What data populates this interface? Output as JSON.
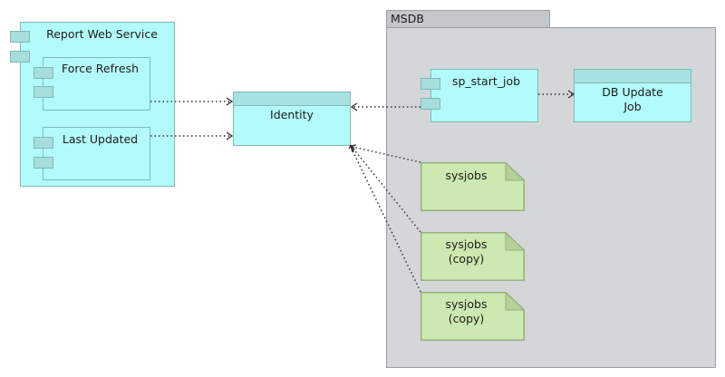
{
  "diagram": {
    "type": "component-diagram",
    "colors": {
      "component_fill": "#b3fbfb",
      "component_border": "#7fb9b9",
      "port_fill": "#a6dede",
      "package_fill": "#d4d7da",
      "package_tab_fill": "#c4c7c9",
      "note_fill": "#cde8b0",
      "note_border": "#95b07a",
      "connector": "#333333"
    },
    "nodes": {
      "report_web_service": {
        "label": "Report Web Service",
        "kind": "component"
      },
      "force_refresh": {
        "label": "Force Refresh",
        "kind": "component"
      },
      "last_updated": {
        "label": "Last Updated",
        "kind": "component"
      },
      "identity": {
        "label": "Identity",
        "kind": "class"
      },
      "msdb": {
        "label": "MSDB",
        "kind": "package"
      },
      "sp_start_job": {
        "label": "sp_start_job",
        "kind": "component"
      },
      "db_update_job": {
        "label_line1": "DB Update",
        "label_line2": "Job",
        "kind": "class"
      },
      "sysjobs": {
        "label": "sysjobs",
        "kind": "note"
      },
      "sysjobs_copy_1": {
        "label_line1": "sysjobs",
        "label_line2": "(copy)",
        "kind": "note"
      },
      "sysjobs_copy_2": {
        "label_line1": "sysjobs",
        "label_line2": "(copy)",
        "kind": "note"
      }
    },
    "edges": [
      {
        "from": "force_refresh",
        "to": "identity",
        "style": "dotted",
        "arrow": "open"
      },
      {
        "from": "last_updated",
        "to": "identity",
        "style": "dotted",
        "arrow": "open"
      },
      {
        "from": "sp_start_job",
        "to": "identity",
        "style": "dotted",
        "arrow": "open"
      },
      {
        "from": "sp_start_job",
        "to": "db_update_job",
        "style": "dotted",
        "arrow": "open"
      },
      {
        "from": "sysjobs",
        "to": "identity",
        "style": "dotted",
        "arrow": "open"
      },
      {
        "from": "sysjobs_copy_1",
        "to": "identity",
        "style": "dotted",
        "arrow": "open"
      },
      {
        "from": "sysjobs_copy_2",
        "to": "identity",
        "style": "dotted",
        "arrow": "open"
      }
    ]
  }
}
